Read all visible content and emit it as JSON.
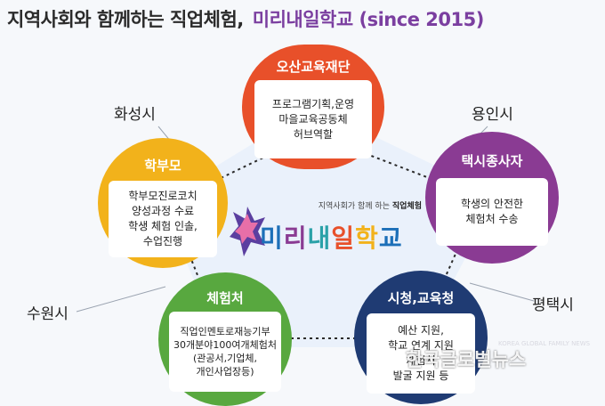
{
  "title": {
    "part1": "지역사회와 함께하는 직업체험,",
    "part2": "미리내일학교",
    "part3": "(since 2015)"
  },
  "center_logo": {
    "tag_prefix": "지역사회가 함께 하는",
    "tag_bold": "직업체험",
    "letters": [
      "미",
      "리",
      "내",
      "일",
      "학",
      "교"
    ]
  },
  "nodes": {
    "top": {
      "title": "오산교육재단",
      "lines": [
        "프로그램기획,운영",
        "마을교육공동체",
        "허브역할"
      ],
      "color": "#e8502a"
    },
    "left": {
      "title": "학부모",
      "lines": [
        "학부모진로코치",
        "양성과정 수료",
        "학생 체험 인솔,",
        "수업진행"
      ],
      "color": "#f2b21b"
    },
    "right": {
      "title": "택시종사자",
      "lines": [
        "학생의 안전한",
        "체험처 수송"
      ],
      "color": "#8a3b93"
    },
    "bottom_left": {
      "title": "체험처",
      "lines": [
        "직업인멘토로재능기부",
        "30개분야100여개체험처",
        "(관공서,기업체,",
        "개인사업장등)"
      ],
      "color": "#58a83f"
    },
    "bottom_right": {
      "title": "시청,교육청",
      "lines": [
        "예산 지원,",
        "학교 연계 지원",
        "체험처",
        "발굴 지원 등"
      ],
      "color": "#1f3b73"
    }
  },
  "cities": {
    "hwaseong": "화성시",
    "yongin": "용인시",
    "suwon": "수원시",
    "pyeongtaek": "평택시"
  },
  "watermark": {
    "en": "KOREA GLOBAL FAMILY NEWS",
    "ko": "한국글로벌뉴스"
  }
}
